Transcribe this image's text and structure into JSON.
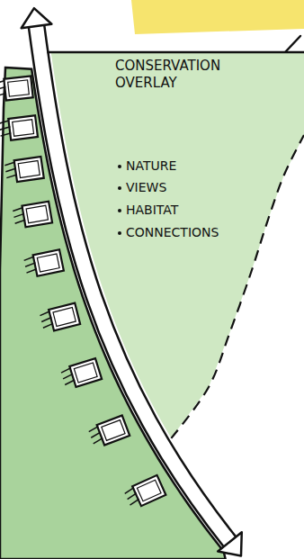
{
  "diagram": {
    "nodes": [
      {
        "text": [
          "CONSERVATION OVERLAY",
          "NATURE",
          "VIEWS",
          "HABITAT",
          "CONNECTIONS"
        ]
      }
    ]
  }
}
